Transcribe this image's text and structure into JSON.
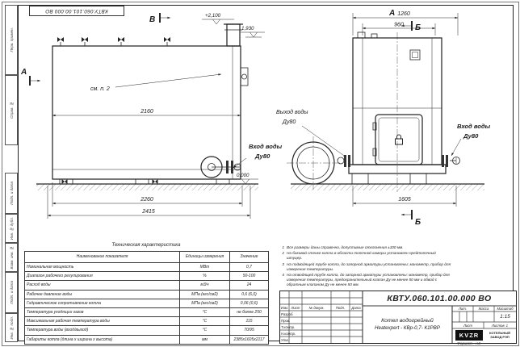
{
  "stamp_top": {
    "doc": "КВТУ.060.101.00.000 ВО"
  },
  "margin": {
    "perv_primen": "Перв. примен.",
    "sprav_no": "Справ. №",
    "podp_data1": "Подп. и дата",
    "inv_dubl": "Инв. № дубл.",
    "vzam_inv": "Взам. инв. №",
    "podp_data2": "Подп. и дата",
    "inv_podl": "Инв. № подл."
  },
  "drawing": {
    "section_a": "А",
    "view_a": "А",
    "section_b_top": "Б",
    "section_b_bottom": "Б",
    "section_v": "В",
    "see_item": "см. п. 2",
    "elev_plus2100": "+2,100",
    "elev_1930": "1,930",
    "elev_0000": "0,000",
    "dim_2160": "2160",
    "dim_2260": "2260",
    "dim_2415": "2415",
    "dim_1260": "1260",
    "dim_960": "960",
    "dim_1605": "1605",
    "outlet_label": "Выход воды",
    "outlet_dn": "Ду80",
    "inlet_mid_label": "Вход воды",
    "inlet_mid_dn": "Ду80",
    "inlet_right_label": "Вход воды",
    "inlet_right_dn": "Ду80"
  },
  "tech_table": {
    "title": "Техническая характеристика",
    "col_name": "Наименование показателя",
    "col_units": "Единицы измерения",
    "col_value": "Значение",
    "rows": [
      {
        "name": "Номинальная мощность",
        "units": "МВт",
        "value": "0,7"
      },
      {
        "name": "Диапазон рабочего регулирования",
        "units": "%",
        "value": "50-100"
      },
      {
        "name": "Расход воды",
        "units": "м3/ч",
        "value": "24"
      },
      {
        "name": "Рабочее давление воды",
        "units": "МПа (кгс/см2)",
        "value": "0,6 (6,0)"
      },
      {
        "name": "Гидравлическое сопротивление котла",
        "units": "МПа (кгс/см2)",
        "value": "0,06 (0,6)"
      },
      {
        "name": "Температура уходящих газов",
        "units": "°С",
        "value": "не более 250"
      },
      {
        "name": "Максимальная рабочая температура воды",
        "units": "°С",
        "value": "115"
      },
      {
        "name": "Температура воды (вход/выход)",
        "units": "°С",
        "value": "70/95"
      },
      {
        "name": "Габариты котла (длина х ширина х высота)",
        "units": "мм",
        "value": "2385х1605х2117"
      }
    ]
  },
  "notes": [
    {
      "num": "1",
      "text": "Все размеры даны справочно, допустимые отклонения ±100 мм."
    },
    {
      "num": "2",
      "text": "На боковой стенке котла в области топочной камеры установлен предтопочный штуцер."
    },
    {
      "num": "3",
      "text": "На подводящей трубе котла, до запорной арматуры установлены: манометр, прибор для измерения температуры."
    },
    {
      "num": "4",
      "text": "На отводящей трубе котла, до запорной арматуры установлены: манометр, прибор для измерения температуры, предохранительный клапан Ду не менее 50 мм и обвод с обратным клапаном Ду не менее 50 мм."
    }
  ],
  "title_block": {
    "doc_number": "КВТУ.060.101.00.000 ВО",
    "product_line1": "Котел водогрейный",
    "product_line2": "Heatexpert - КВр-0,7- К1РВР",
    "col_izm": "Изм.",
    "col_list": "Лист",
    "col_docnum": "№ докум.",
    "col_podp": "Подп.",
    "col_data": "Дата",
    "row_razrab": "Разраб.",
    "row_prov": "Пров.",
    "row_tkontr": "Т.контр.",
    "row_nkontr": "Н.контр.",
    "row_utv": "Утв.",
    "lit_label": "Лит.",
    "massa_label": "Масса",
    "masshtab_label": "Масштаб",
    "scale_value": "1:15",
    "list_label": "Лист",
    "listov_label": "Листов",
    "listov_value": "1",
    "logo": "KVZR",
    "company_line1": "КОТЕЛЬНЫЙ",
    "company_line2": "ЗАВОД РЭП"
  },
  "footer": {
    "format_label": "Формат",
    "format_value": "А3"
  }
}
